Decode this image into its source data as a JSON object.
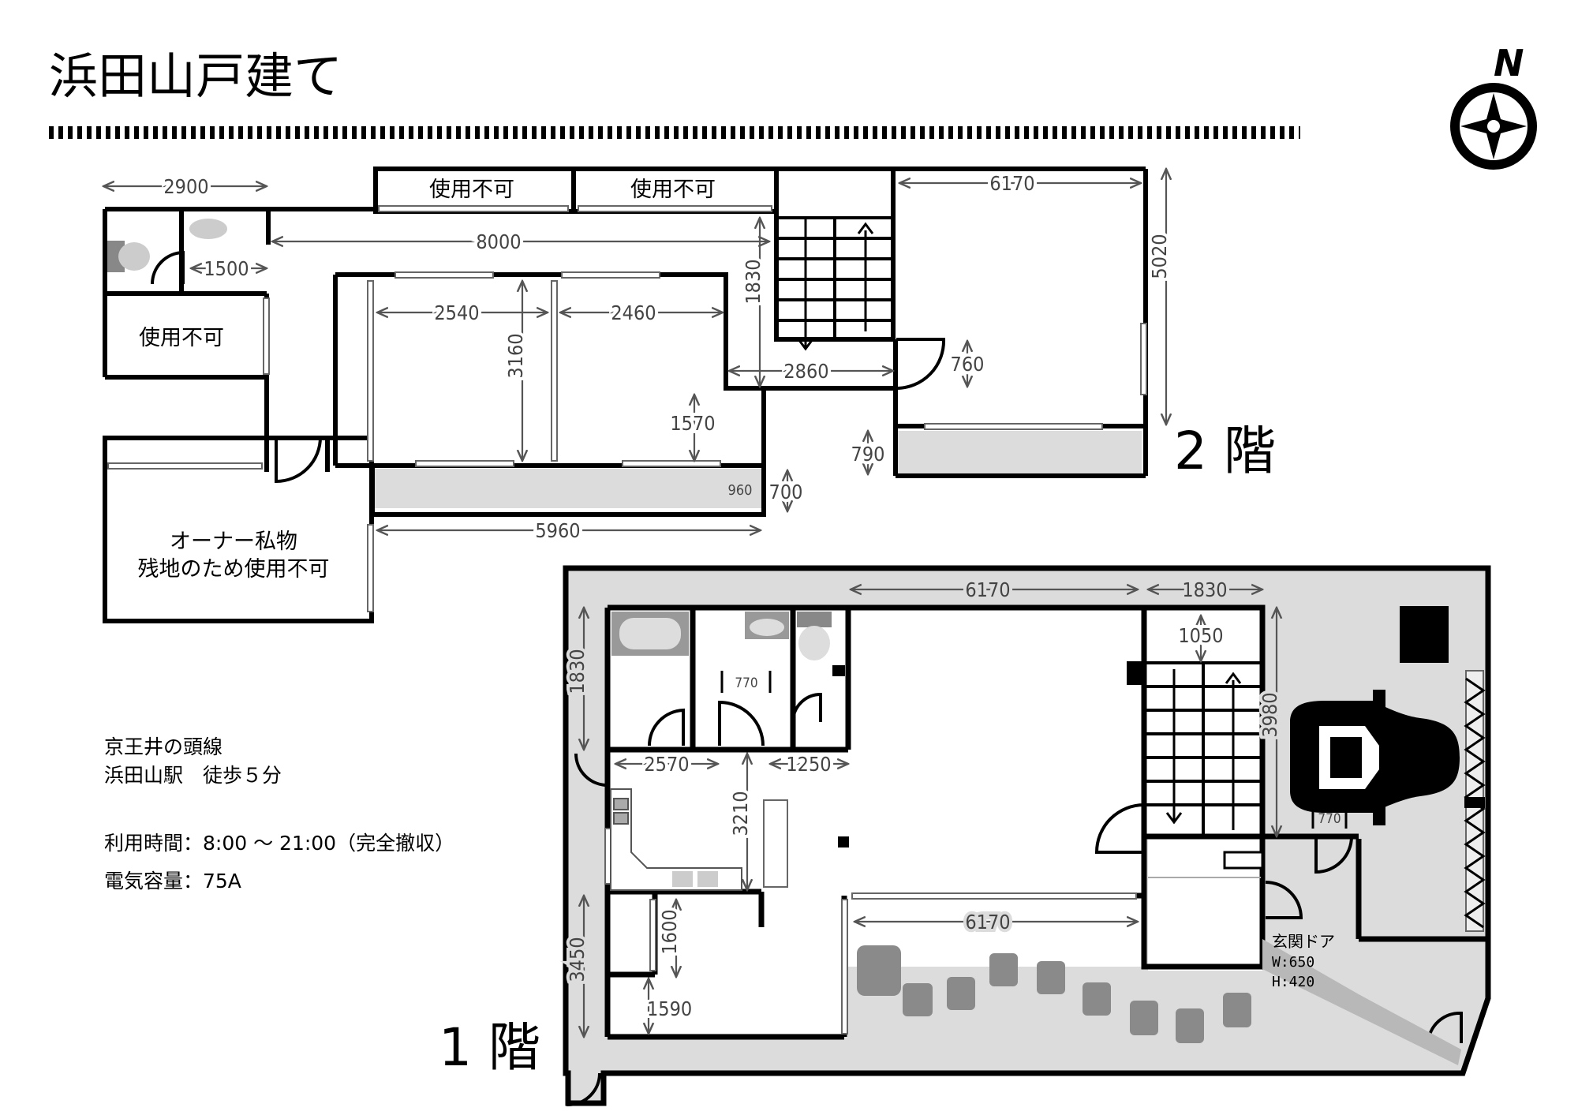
{
  "title": "浜田山戸建て",
  "compass": {
    "label": "N"
  },
  "floor2": {
    "label": "2 階",
    "rooms": {
      "unusable_a": "使用不可",
      "unusable_b": "使用不可",
      "unusable_c": "使用不可",
      "owner_line1": "オーナー私物",
      "owner_line2": "残地のため使用不可"
    },
    "dims": {
      "d2900": "2900",
      "d1500": "1500",
      "d8000": "8000",
      "d2540": "2540",
      "d2460": "2460",
      "d3160": "3160",
      "d1830": "1830",
      "d2860": "2860",
      "d1570": "1570",
      "d6170": "6170",
      "d5020": "5020",
      "d760": "760",
      "d790": "790",
      "d960": "960",
      "d700": "700",
      "d5960": "5960"
    }
  },
  "floor1": {
    "label": "1 階",
    "entrance": {
      "label": "玄関ドア",
      "width": "W:650",
      "height": "H:420"
    },
    "dims": {
      "d6170_top": "6170",
      "d1830_top": "1830",
      "d1830_left": "1830",
      "d770_wc": "770",
      "d1050": "1050",
      "d3980": "3980",
      "d2570": "2570",
      "d1250": "1250",
      "d3210": "3210",
      "d770_ent": "770",
      "d6170_bottom": "6170",
      "d3450": "3450",
      "d1600": "1600",
      "d1590": "1590"
    }
  },
  "info": {
    "line1": "京王井の頭線",
    "line2": "浜田山駅　徒歩５分",
    "hours": "利用時間：8:00 ～ 21:00（完全撤収）",
    "power": "電気容量：75A"
  },
  "colors": {
    "wall": "#000000",
    "floor_gray": "#dcdcdc",
    "dim": "#555555",
    "stone": "#8a8a8a"
  }
}
